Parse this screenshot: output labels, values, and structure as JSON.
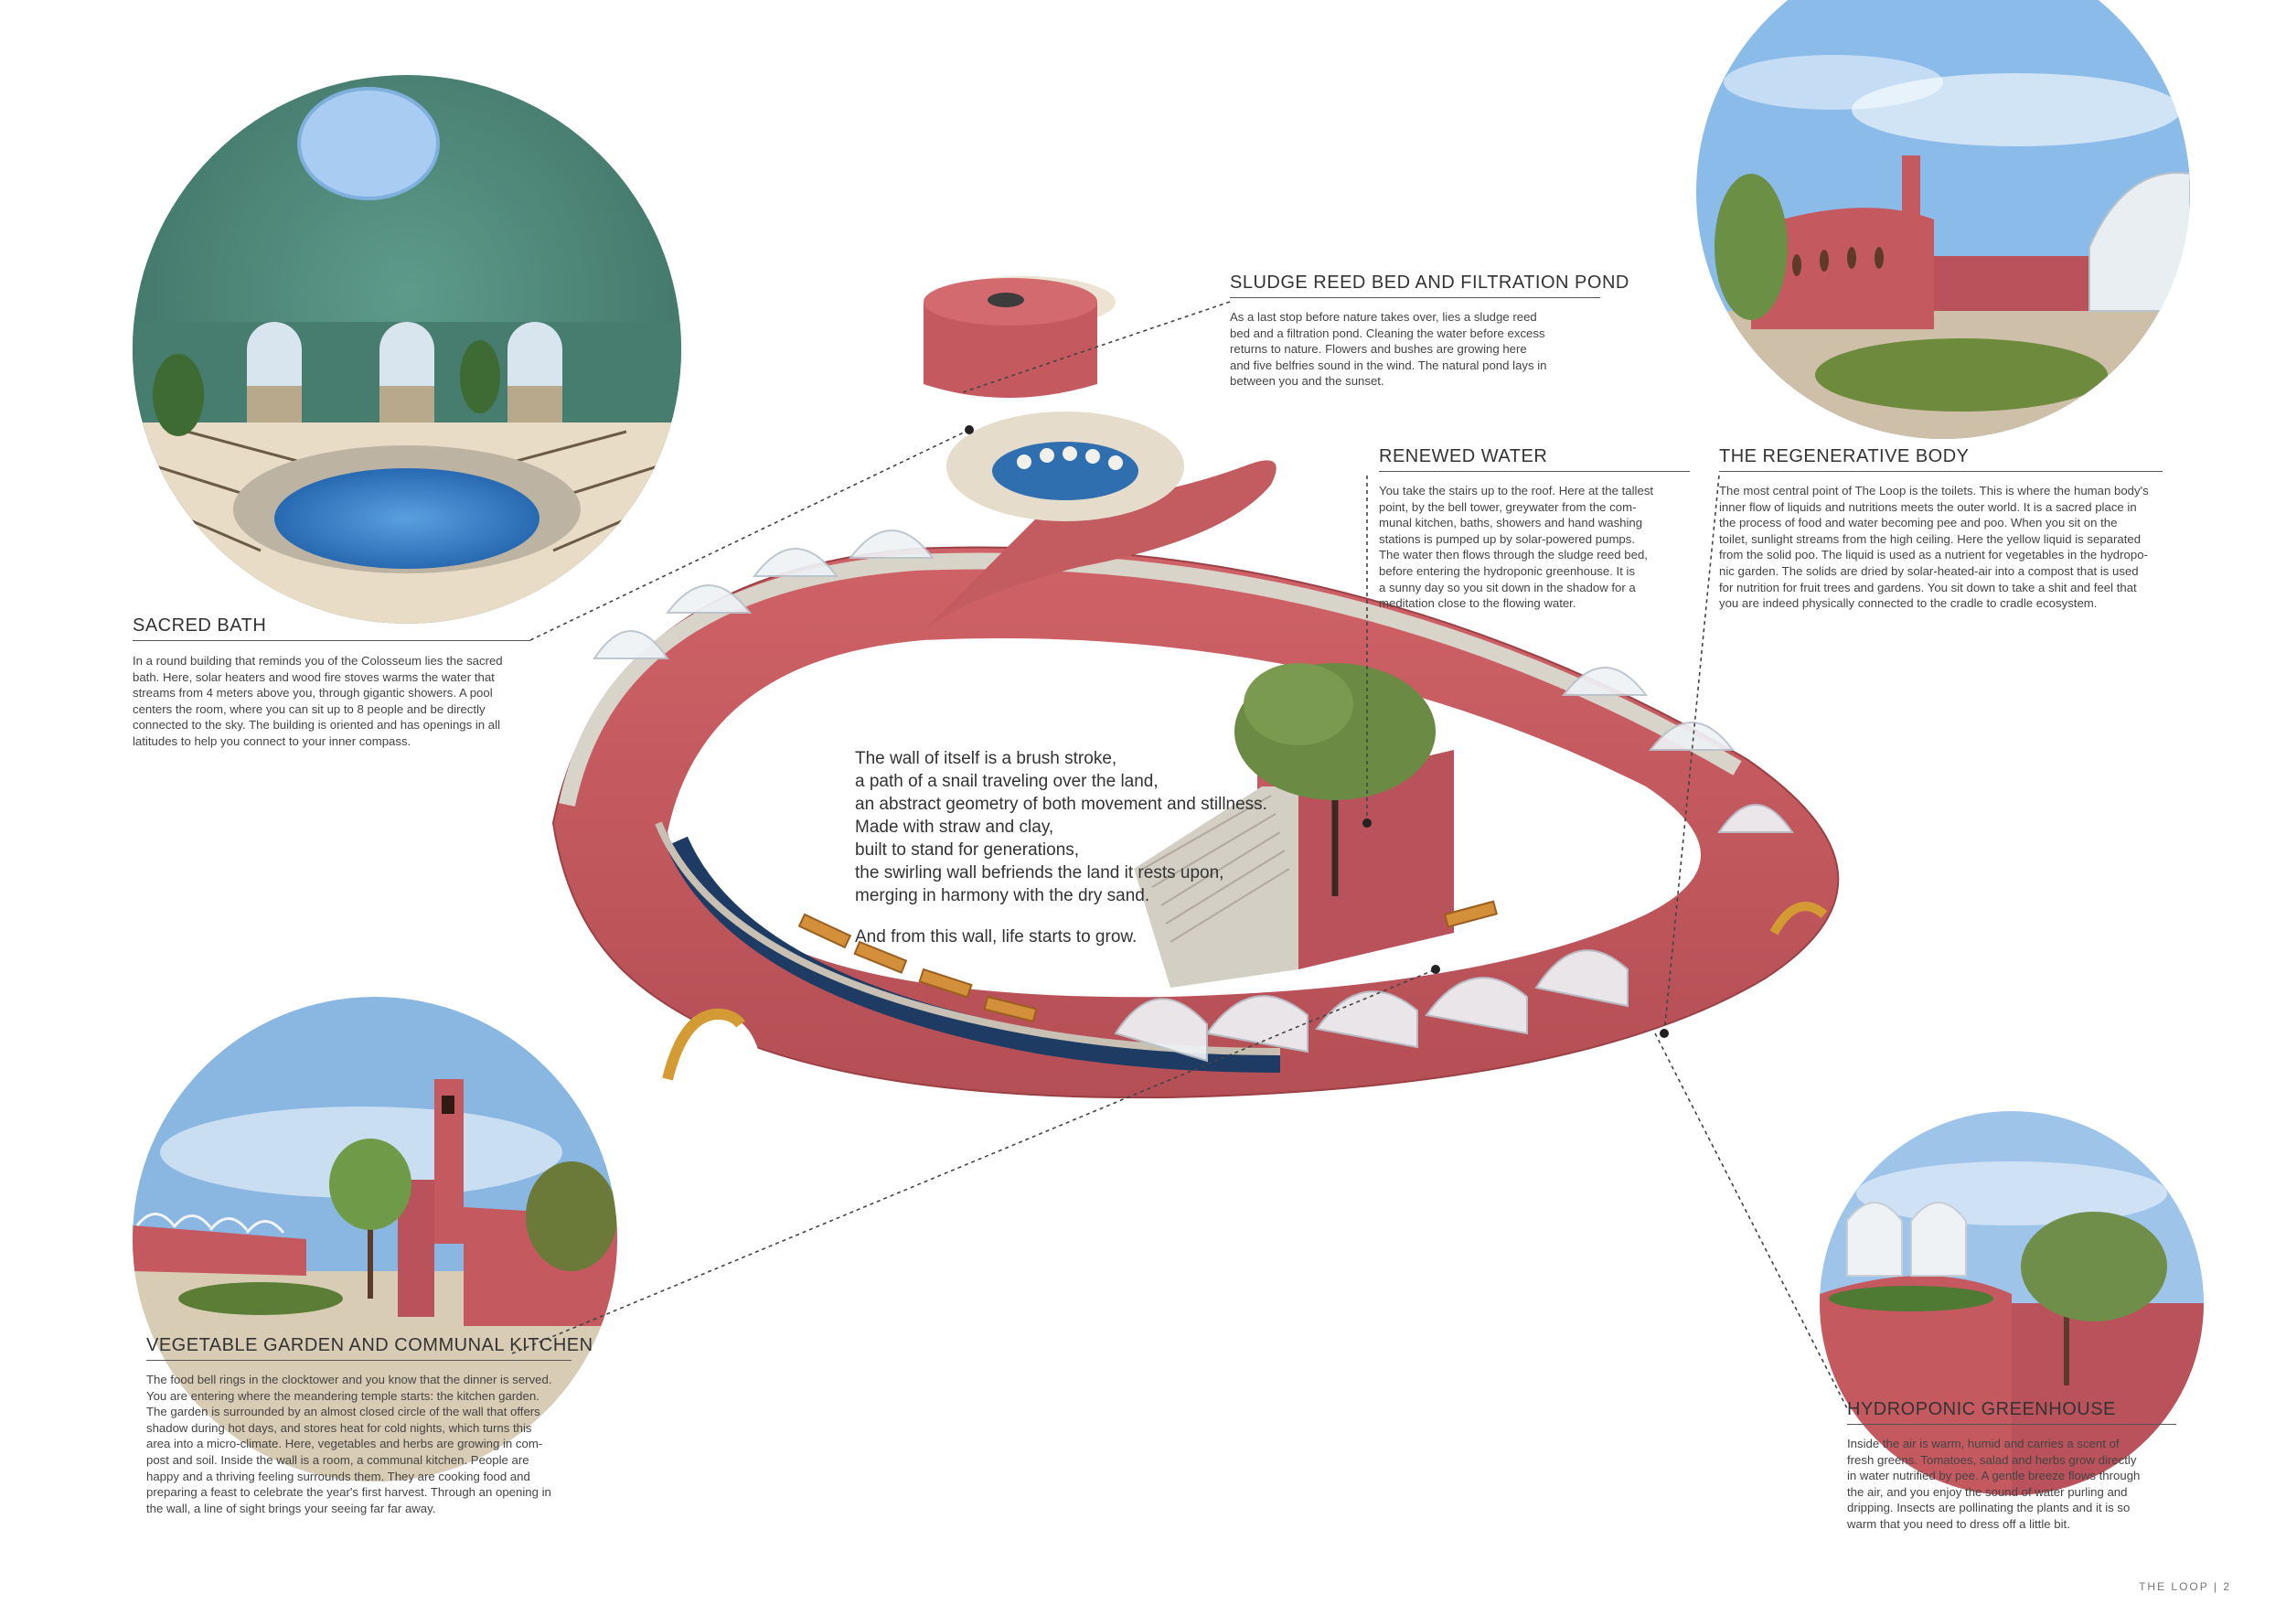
{
  "sections": {
    "sacred_bath": {
      "title": "SACRED BATH",
      "lines": [
        "In a round building that reminds you of the Colosseum lies the sacred",
        "bath. Here, solar heaters and wood fire stoves warms the water that",
        "streams from 4 meters above you, through gigantic showers. A pool",
        "centers the room, where you can sit up to 8 people and be directly",
        "connected to the sky. The building is oriented and has openings in all",
        "latitudes to help you connect to your inner compass."
      ]
    },
    "sludge": {
      "title": "SLUDGE REED BED AND FILTRATION POND",
      "lines": [
        "As a last stop before nature takes over, lies a sludge reed",
        "bed and a filtration pond. Cleaning the water before excess",
        "returns to nature. Flowers and bushes are growing here",
        "and five belfries sound in the wind. The natural pond lays in",
        "between you and the sunset."
      ]
    },
    "renewed_water": {
      "title": "RENEWED WATER",
      "lines": [
        "You take the stairs up to the roof. Here at the tallest",
        "point, by the bell tower, greywater from the com-",
        "munal kitchen, baths, showers and hand washing",
        "stations is pumped up by solar-powered pumps.",
        "The water then flows through the sludge reed bed,",
        "before entering the hydroponic greenhouse. It is",
        "a sunny day so you sit down in the shadow for a",
        "meditation close to the flowing water."
      ]
    },
    "regenerative_body": {
      "title": "THE REGENERATIVE BODY",
      "lines": [
        "The most central point of The Loop is the toilets. This is where the human body's",
        "inner flow of liquids and nutritions meets the outer world. It is a sacred place in",
        "the process of food and water becoming pee and poo. When you sit on the",
        "toilet, sunlight streams from the high ceiling. Here the yellow liquid is separated",
        "from the solid poo. The liquid is used as a nutrient for vegetables in the hydropo-",
        "nic garden. The solids are dried by solar-heated-air into a compost that is used",
        "for nutrition for fruit trees and gardens. You sit down to take a shit and feel that",
        "you are indeed physically connected to the cradle to cradle ecosystem."
      ]
    },
    "vegetable_garden": {
      "title": "VEGETABLE GARDEN AND COMMUNAL KITCHEN",
      "lines": [
        "The food bell rings in the clocktower and you know that the dinner is served.",
        "You are entering where the meandering temple starts: the kitchen garden.",
        "The garden is surrounded by an almost closed circle of the wall that offers",
        "shadow during hot days, and stores heat for cold nights, which turns this",
        "area into a micro-climate. Here, vegetables and herbs are growing in com-",
        "post and soil. Inside the wall is a room, a communal kitchen. People are",
        "happy and a thriving feeling surrounds them. They are cooking food and",
        "preparing a feast to celebrate the year's first harvest. Through an opening in",
        "the wall, a line of sight brings your seeing far far away."
      ]
    },
    "hydroponic": {
      "title": "HYDROPONIC GREENHOUSE",
      "lines": [
        "Inside the air is warm, humid and carries a scent of",
        "fresh greens. Tomatoes, salad and herbs grow directly",
        "in water nutrified by pee. A gentle breeze flows through",
        "the air, and you enjoy the sound of water purling and",
        "dripping. Insects are pollinating the plants and it is so",
        "warm that you need to dress off a little bit."
      ]
    }
  },
  "poem": {
    "lines": [
      "The wall of itself is a brush stroke,",
      "a path of a snail traveling over the land,",
      "an abstract geometry of both movement and stillness.",
      "Made with straw and clay,",
      "built to stand for generations,",
      "the swirling wall befriends the land it rests upon,",
      "merging in harmony with the dry sand."
    ],
    "closing": "And from this wall, life starts to grow."
  },
  "footer": "THE LOOP | 2",
  "colors": {
    "wall": "#c85a5e",
    "wall_dark": "#a8474c",
    "bath_green": "#4f8a7a",
    "water": "#3d7fc4",
    "sky": "#7fb3e6",
    "sand": "#e6dccb"
  }
}
